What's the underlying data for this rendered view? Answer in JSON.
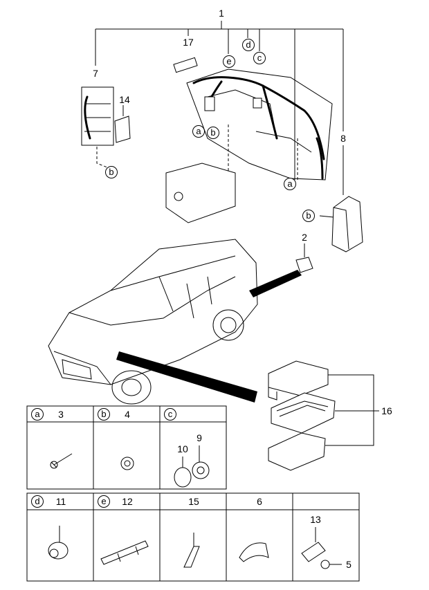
{
  "callouts": {
    "n1": "1",
    "n2": "2",
    "n7": "7",
    "n8": "8",
    "n14": "14",
    "n16": "16",
    "n17": "17",
    "la": "a",
    "lb": "b",
    "lc": "c",
    "ld": "d",
    "le": "e"
  },
  "table_top": {
    "cells": [
      {
        "letter": "a",
        "part": "3"
      },
      {
        "letter": "b",
        "part": "4"
      },
      {
        "letter": "c",
        "part": ""
      }
    ],
    "c_parts": [
      "10",
      "9"
    ]
  },
  "table_bottom": {
    "cells": [
      {
        "letter": "d",
        "part": "11"
      },
      {
        "letter": "e",
        "part": "12"
      },
      {
        "letter": "",
        "part": "15"
      },
      {
        "letter": "",
        "part": "6"
      },
      {
        "letter": "",
        "part": ""
      }
    ],
    "last_parts": [
      "13",
      "5"
    ]
  }
}
